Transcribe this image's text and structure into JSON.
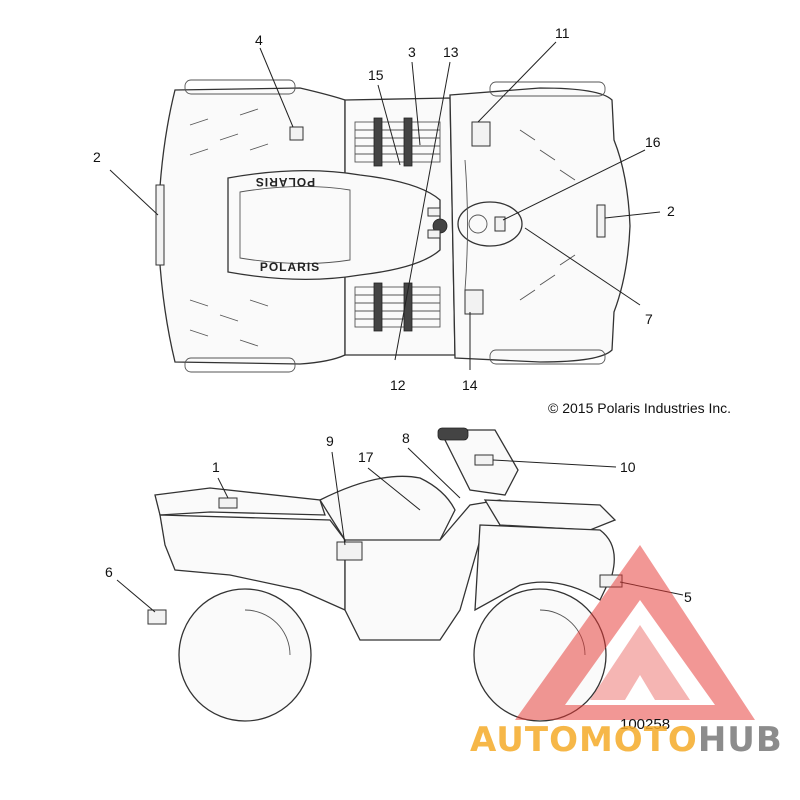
{
  "copyright": "© 2015 Polaris Industries Inc.",
  "diagram_id": "100258",
  "brand_decal_text": "POLARIS",
  "watermark": {
    "part1": "AUTOMOTO",
    "part2": "HUB",
    "accent_color": "#f4aa28",
    "triangle_color": "#e53935"
  },
  "callouts": {
    "c1": "1",
    "c2a": "2",
    "c2b": "2",
    "c3": "3",
    "c4": "4",
    "c5": "5",
    "c6": "6",
    "c7": "7",
    "c8": "8",
    "c9": "9",
    "c10": "10",
    "c11": "11",
    "c12": "12",
    "c13": "13",
    "c14": "14",
    "c15": "15",
    "c16": "16",
    "c17": "17"
  }
}
